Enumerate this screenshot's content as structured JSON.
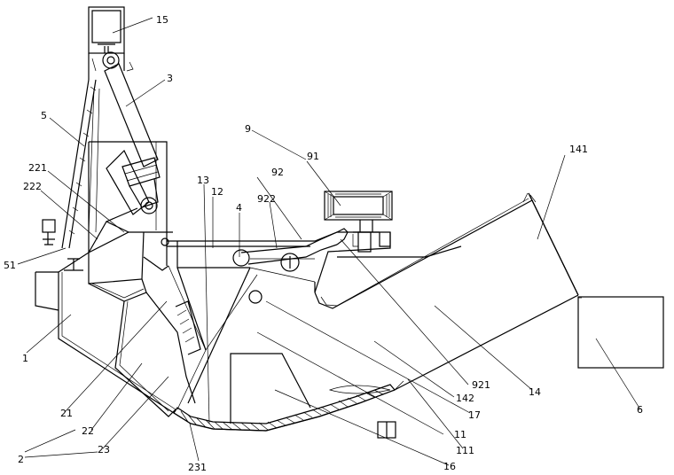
{
  "labels": {
    "l15": "15",
    "l3": "3",
    "l5": "5",
    "l221": "221",
    "l222": "222",
    "l51": "51",
    "l1": "1",
    "l13": "13",
    "l12": "12",
    "l4": "4",
    "l922": "922",
    "l9": "9",
    "l92": "92",
    "l91": "91",
    "l141": "141",
    "l14": "14",
    "l6": "6",
    "l921": "921",
    "l142": "142",
    "l17": "17",
    "l11": "11",
    "l111": "111",
    "l16": "16",
    "l21": "21",
    "l22": "22",
    "l23": "23",
    "l231": "231",
    "l2": "2"
  }
}
